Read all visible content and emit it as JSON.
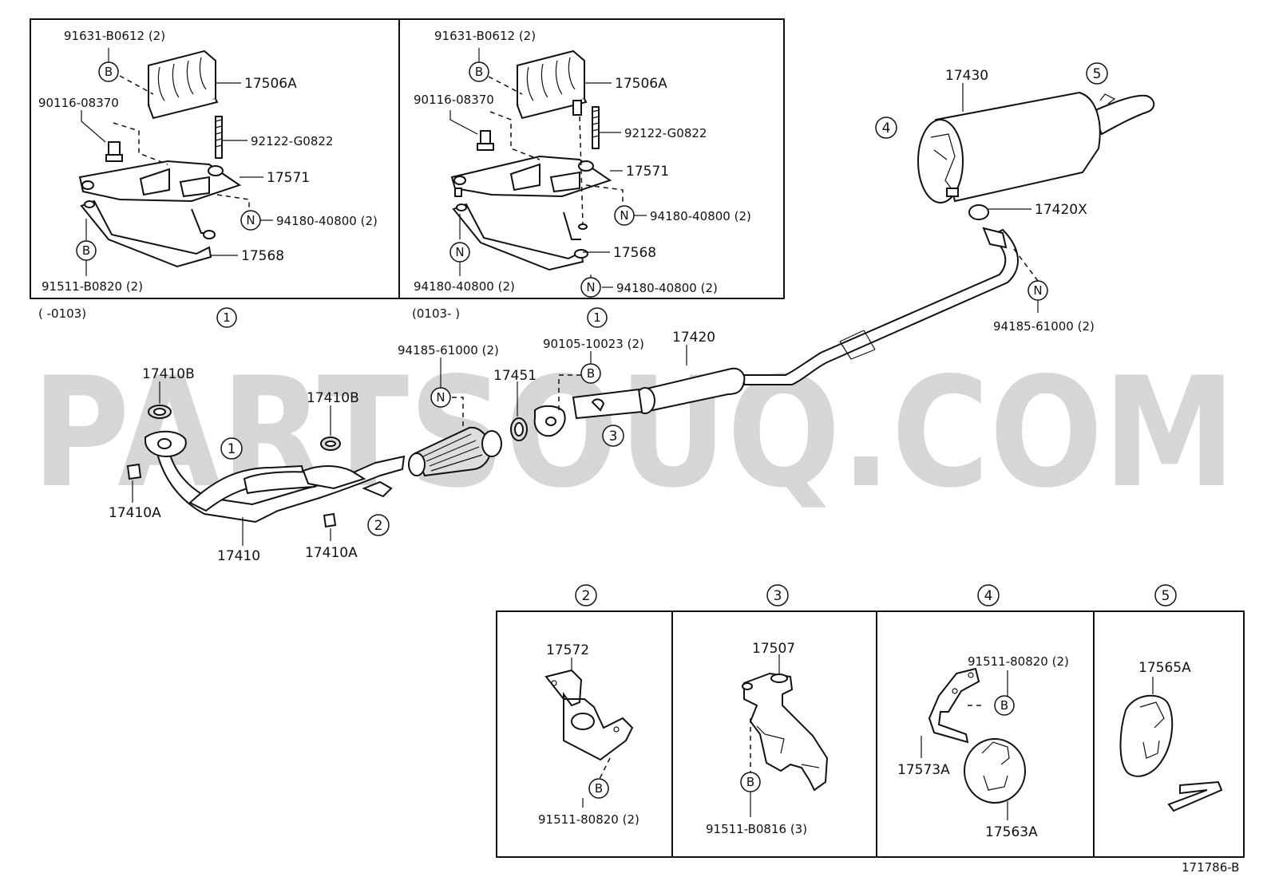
{
  "watermark": "PARTSOUQ.COM",
  "diagram_code": "171786-B",
  "variants": {
    "left_range": "(       -0103)",
    "right_range": "(0103-        )",
    "left_ref": "1",
    "right_ref": "1"
  },
  "symbols": {
    "bolt": "B",
    "nut": "N"
  },
  "callouts": [
    "1",
    "2",
    "3",
    "4",
    "5"
  ],
  "left_box": {
    "bolt_top": "91631-B0612 (2)",
    "heat_insulator": "17506A",
    "bolt_side": "90116-08370",
    "stud": "92122-G0822",
    "bracket_upper": "17571",
    "nut": "94180-40800 (2)",
    "bracket_lower": "17568",
    "bolt_bottom": "91511-B0820 (2)"
  },
  "right_box": {
    "bolt_top": "91631-B0612 (2)",
    "heat_insulator": "17506A",
    "bolt_side": "90116-08370",
    "stud": "92122-G0822",
    "bracket_upper": "17571",
    "nut_right": "94180-40800 (2)",
    "bracket_lower": "17568",
    "nut_left": "94180-40800 (2)",
    "nut_bottom": "94180-40800 (2)"
  },
  "main": {
    "tail_pipe": "17430",
    "gasket_tail": "17420X",
    "nut_tail": "94185-61000 (2)",
    "center_pipe": "17420",
    "bolt_center": "90105-10023 (2)",
    "gasket_center": "17451",
    "nut_cat": "94185-61000 (2)",
    "gasket_b_1": "17410B",
    "gasket_b_2": "17410B",
    "gasket_a_1": "17410A",
    "gasket_a_2": "17410A",
    "front_pipe": "17410"
  },
  "detail_2": {
    "bracket": "17572",
    "bolt": "91511-80820 (2)"
  },
  "detail_3": {
    "bracket": "17507",
    "bolt": "91511-B0816 (3)"
  },
  "detail_4": {
    "bolt": "91511-80820 (2)",
    "bracket": "17573A",
    "support": "17563A"
  },
  "detail_5": {
    "support": "17565A"
  }
}
